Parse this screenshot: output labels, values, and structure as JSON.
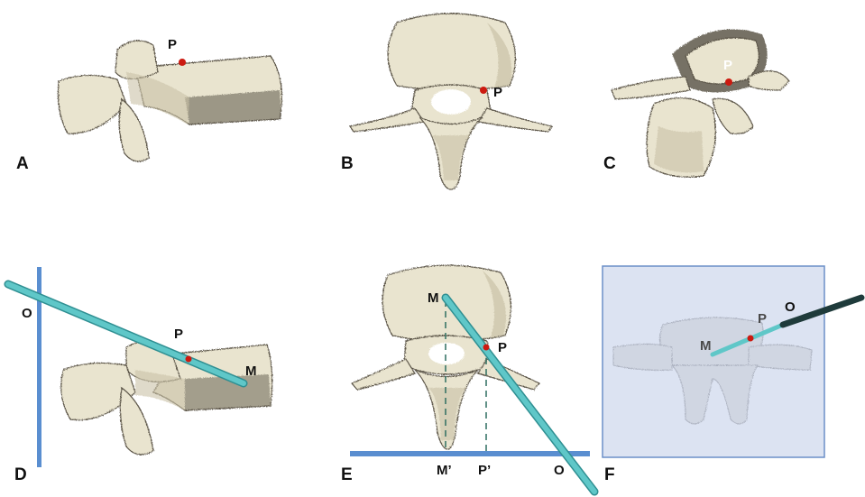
{
  "colors": {
    "bone": "#e9e4cf",
    "bone_shade": "#c9c2a6",
    "bone_dark": "#5d574a",
    "needle": "#5fc7c8",
    "needle_edge": "#2f8f92",
    "plane": "#5a8ed0",
    "marker": "#cc1a10",
    "box_fill": "#dce3f2",
    "box_edge": "#6b8fc8"
  },
  "panels": {
    "A": {
      "label": "A",
      "point": "P"
    },
    "B": {
      "label": "B",
      "point": "P"
    },
    "C": {
      "label": "C",
      "point": "P"
    },
    "D": {
      "label": "D",
      "p": "P",
      "m": "M",
      "o": "O"
    },
    "E": {
      "label": "E",
      "p": "P",
      "m": "M",
      "o": "O",
      "p_prime": "P’",
      "m_prime": "M’"
    },
    "F": {
      "label": "F",
      "p": "P",
      "m": "M",
      "o": "O"
    }
  }
}
